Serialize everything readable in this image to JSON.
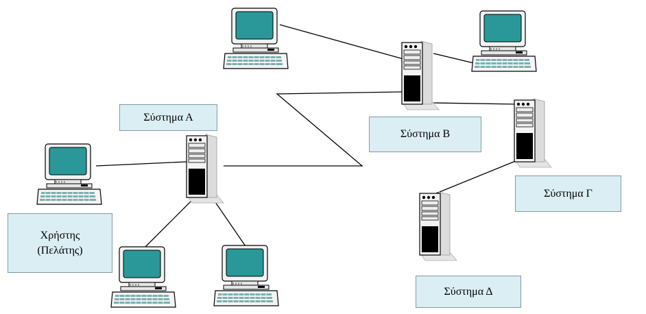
{
  "diagram": {
    "labels": {
      "system_a": "Σύστημα Α",
      "system_b": "Σύστημα Β",
      "system_g": "Σύστημα Γ",
      "system_d": "Σύστημα Δ",
      "user_client": "Χρήστης\n(Πελάτης)"
    },
    "colors": {
      "screen": "#2a9898",
      "label_fill": "#dbeef4",
      "case": "#f0f0f0",
      "line": "#000000"
    },
    "icons": {
      "workstation": "desktop-computer-icon",
      "server": "tower-server-icon"
    }
  }
}
